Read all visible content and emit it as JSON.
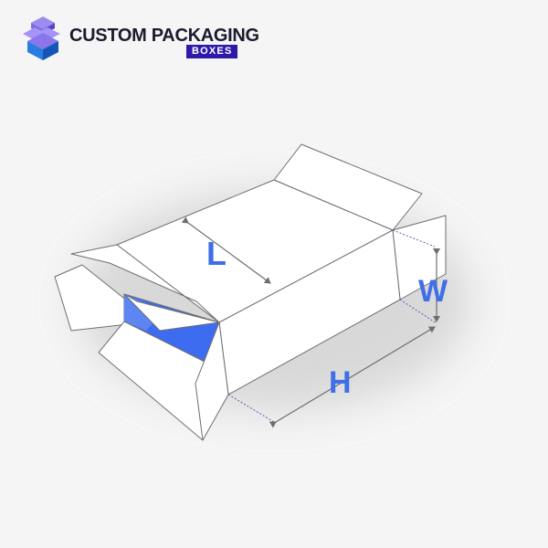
{
  "logo": {
    "title": "CUSTOM PACKAGING",
    "badge": "BOXES",
    "icon": "cube-boxes-icon"
  },
  "diagram": {
    "labels": {
      "length": "L",
      "width": "W",
      "height": "H"
    },
    "colors": {
      "accent": "#3f6fe8",
      "interior": "#3d6cf0",
      "outline": "#6e6e6e",
      "guide": "#5b5fb0",
      "panel": "#ffffff",
      "brand": "#2e1aa8"
    }
  }
}
